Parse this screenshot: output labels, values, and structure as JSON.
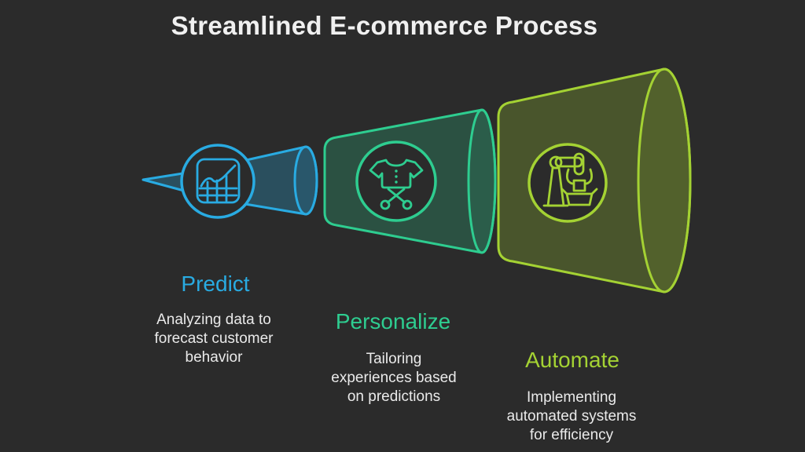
{
  "title": "Streamlined E-commerce Process",
  "stages": [
    {
      "id": "predict",
      "label": "Predict",
      "description": "Analyzing data to\nforecast customer\nbehavior",
      "color": "#29ABE2",
      "icon": "analytics-chart-icon"
    },
    {
      "id": "personalize",
      "label": "Personalize",
      "description": "Tailoring\nexperiences based\non predictions",
      "color": "#2ECD90",
      "icon": "tshirt-scissors-icon"
    },
    {
      "id": "automate",
      "label": "Automate",
      "description": "Implementing\nautomated systems\nfor efficiency",
      "color": "#A4D233",
      "icon": "robot-arm-icon"
    }
  ],
  "colors": {
    "background": "#2B2B2B",
    "title": "#F0F0F0",
    "description": "#EAEAEA",
    "predict": "#29ABE2",
    "personalize": "#2ECD90",
    "automate": "#A4D233"
  }
}
